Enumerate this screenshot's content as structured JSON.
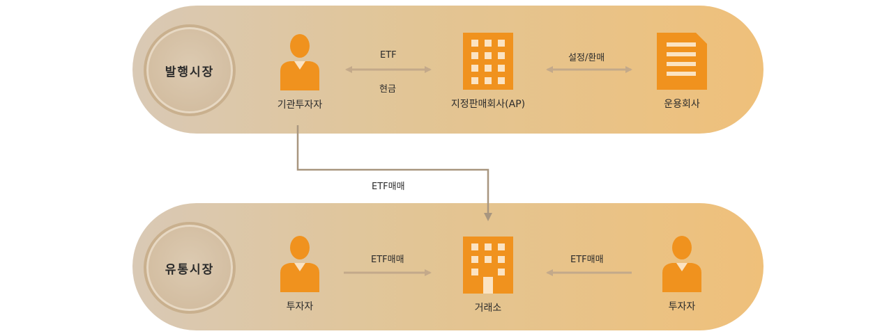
{
  "issue_market": {
    "label": "발행시장",
    "nodes": {
      "institutional_investor": "기관투자자",
      "authorized_participant": "지정판매회사(AP)",
      "asset_manager": "운용회사"
    },
    "edges": {
      "etf": "ETF",
      "cash": "현금",
      "creation_redemption": "설정/환매"
    }
  },
  "trading_market": {
    "label": "유통시장",
    "nodes": {
      "investor_left": "투자자",
      "exchange": "거래소",
      "investor_right": "투자자"
    },
    "edges": {
      "etf_trade_left": "ETF매매",
      "etf_trade_right": "ETF매매"
    }
  },
  "connector_label": "ETF매매",
  "colors": {
    "accent": "#f0921e",
    "band_left": "#d9c9b5",
    "band_right": "#efc07a",
    "arrow": "#c3a98a",
    "connector": "#a8967f"
  },
  "icons": [
    "person-icon",
    "building-icon",
    "document-icon",
    "exchange-building-icon"
  ]
}
